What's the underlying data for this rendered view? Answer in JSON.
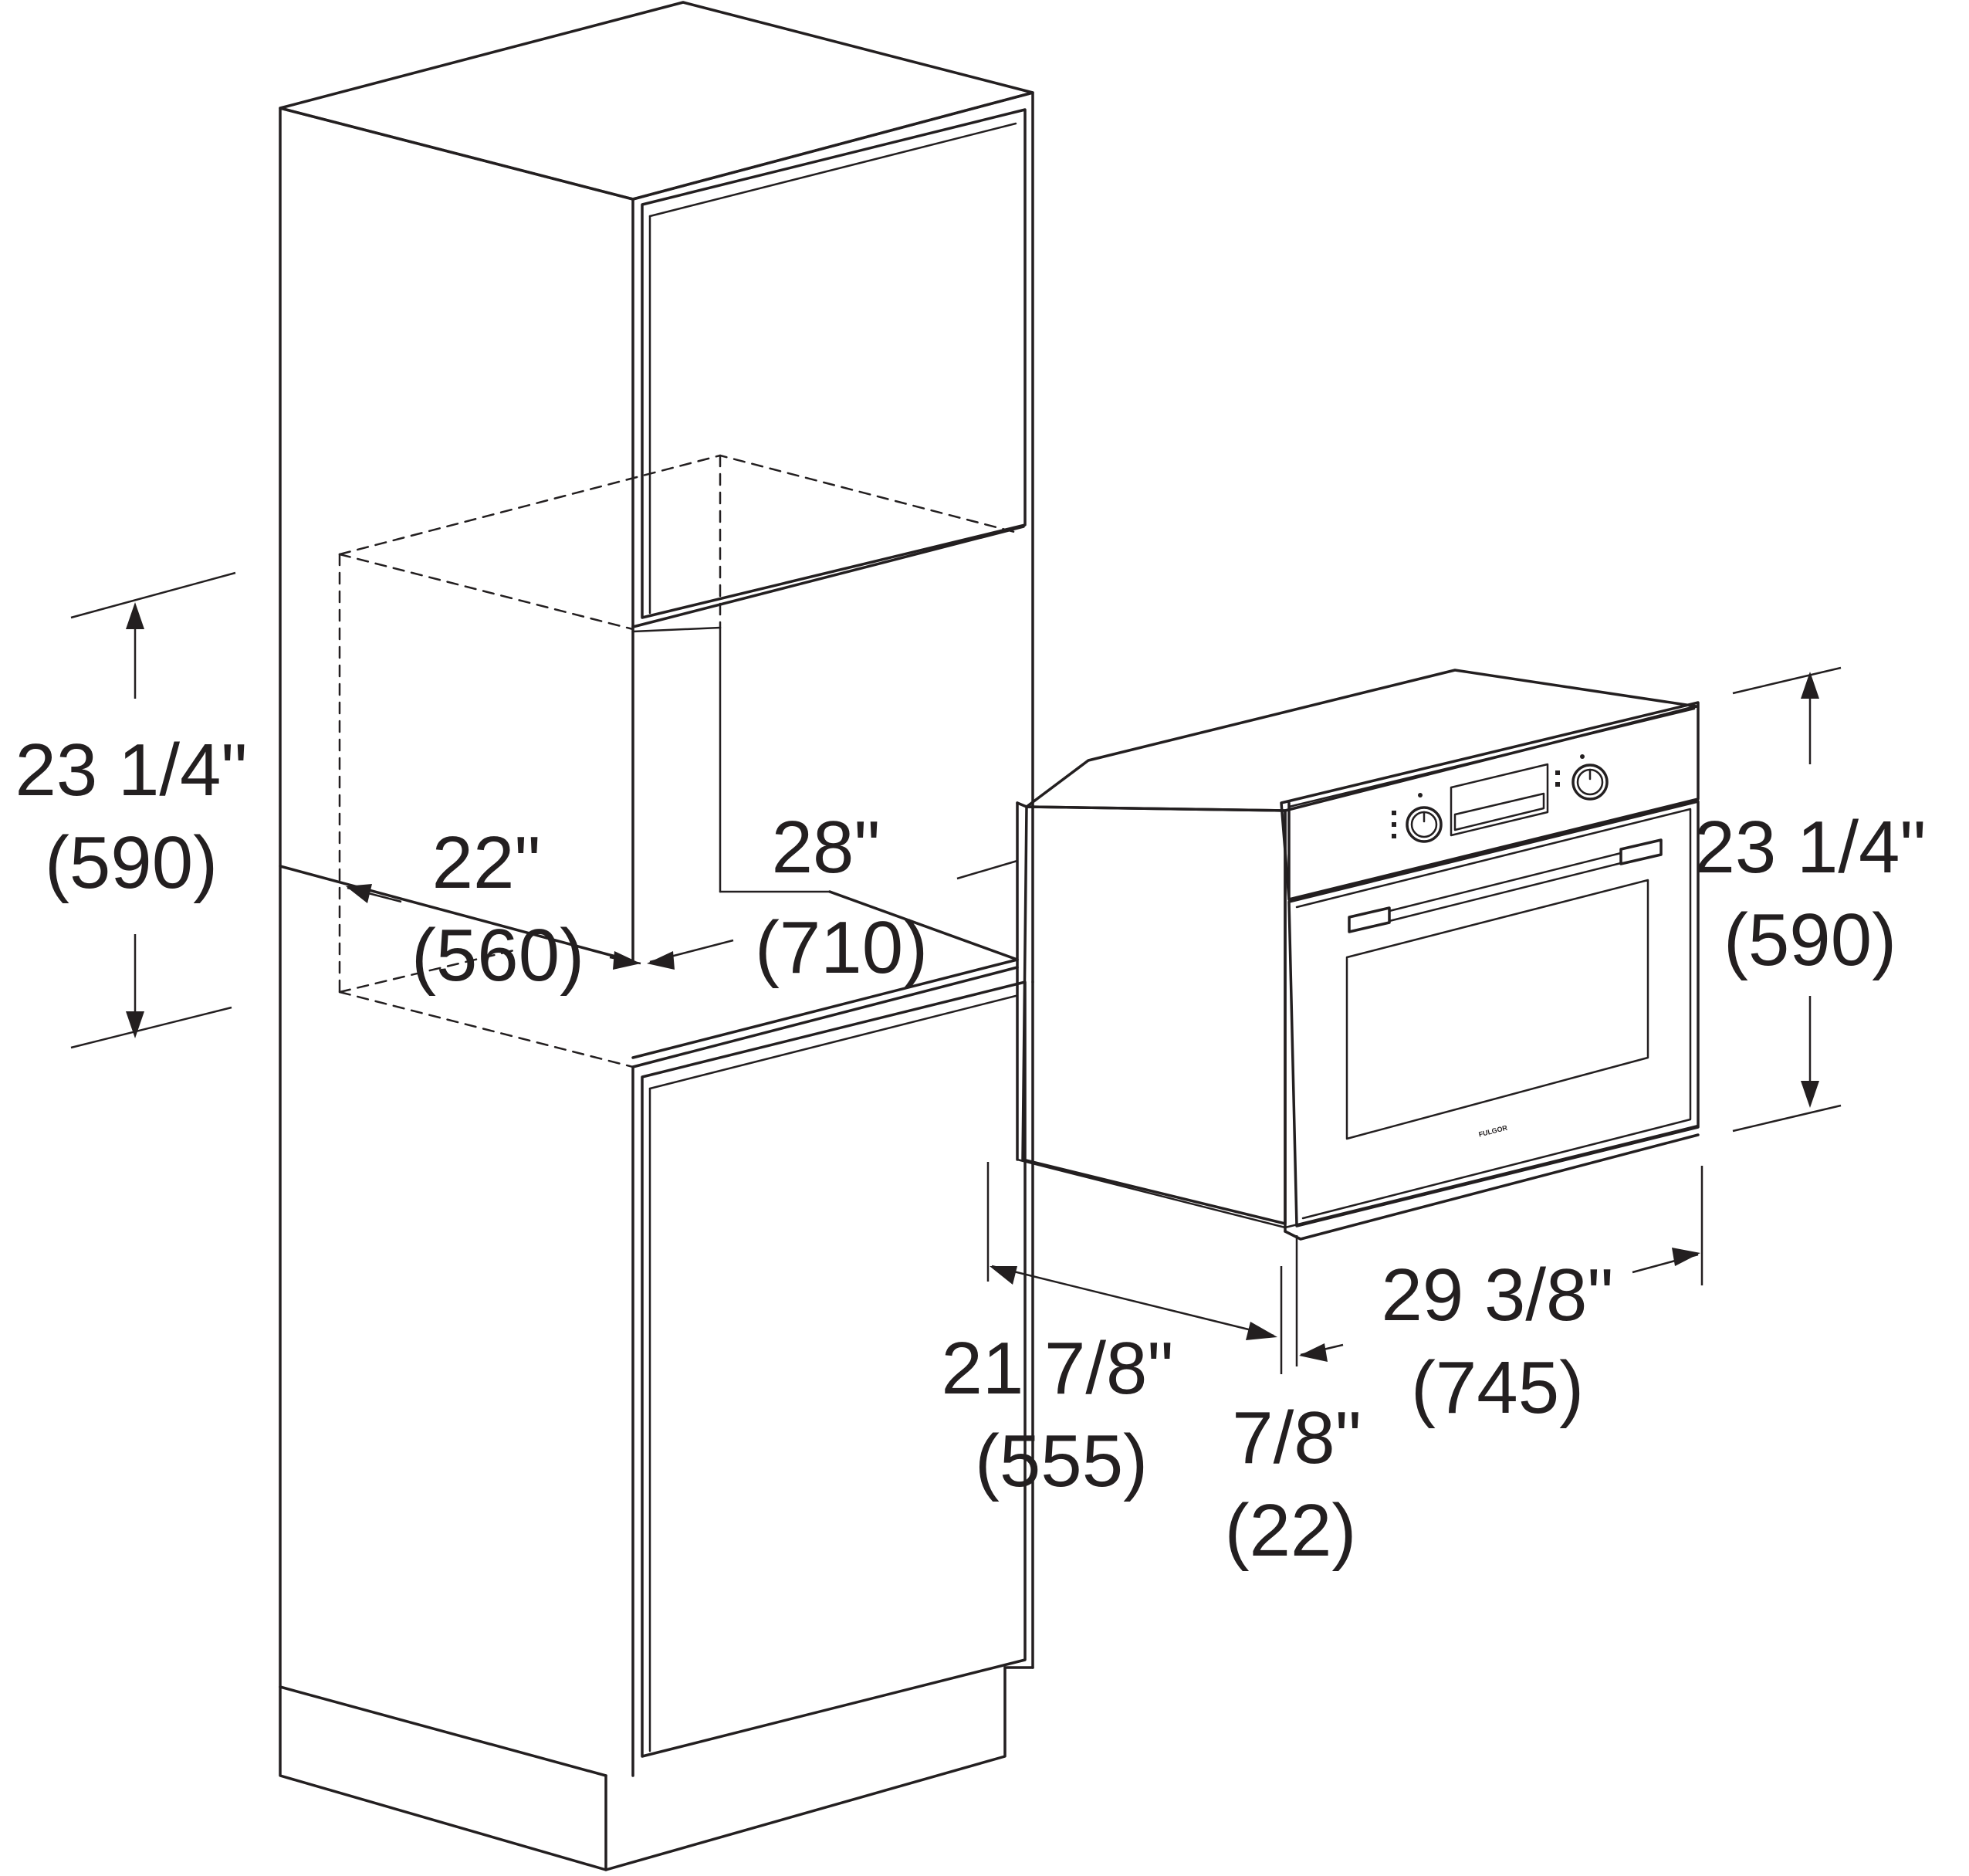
{
  "dimensions": {
    "cabinet_height": {
      "inch": "23 1/4\"",
      "mm": "(590)"
    },
    "cabinet_depth": {
      "inch": "22\"",
      "mm": "(560)"
    },
    "cabinet_width": {
      "inch": "28\"",
      "mm": "(710)"
    },
    "oven_height": {
      "inch": "23 1/4\"",
      "mm": "(590)"
    },
    "oven_depth": {
      "inch": "21 7/8\"",
      "mm": "(555)"
    },
    "oven_front_thickness": {
      "inch": "7/8\"",
      "mm": "(22)"
    },
    "oven_width": {
      "inch": "29 3/8\"",
      "mm": "(745)"
    }
  },
  "colors": {
    "line": "#231f20",
    "background": "#ffffff"
  }
}
